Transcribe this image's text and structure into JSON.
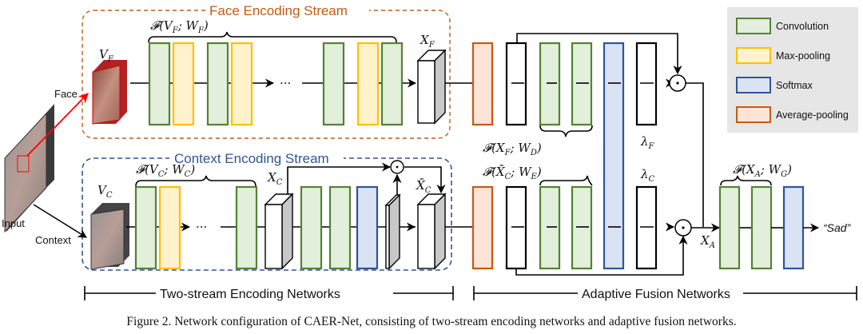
{
  "figure": {
    "caption": "Figure 2. Network configuration of CAER-Net, consisting of two-stream encoding networks and adaptive fusion networks.",
    "streams": {
      "face_title": "Face Encoding Stream",
      "context_title": "Context Encoding Stream"
    },
    "inputs": {
      "input_label": "Input",
      "face_label": "Face",
      "context_label": "Context"
    },
    "math_labels": {
      "v_f": "V",
      "v_f_sub": "F",
      "v_c": "V",
      "v_c_sub": "C",
      "f_vf_wf": "𝓕(V",
      "f_vf_wf_sub1": "F",
      "f_vf_wf_mid": "; W",
      "f_vf_wf_sub2": "F",
      "f_vc_wc": "𝓕(V",
      "f_vc_wc_sub1": "C",
      "f_vc_wc_mid": "; W",
      "f_vc_wc_sub2": "C",
      "x_f": "X",
      "x_f_sub": "F",
      "x_c": "X",
      "x_c_sub": "C",
      "x_c_bar": "X̄",
      "x_c_bar_sub": "C",
      "f_xf_wd": "𝓕(X",
      "f_xf_wd_sub1": "F",
      "f_xf_wd_mid": "; W",
      "f_xf_wd_sub2": "D",
      "f_xc_we": "𝓕(X̄",
      "f_xc_we_sub1": "C",
      "f_xc_we_mid": "; W",
      "f_xc_we_sub2": "E",
      "lambda_f": "λ",
      "lambda_f_sub": "F",
      "lambda_c": "λ",
      "lambda_c_sub": "C",
      "x_a": "X",
      "x_a_sub": "A",
      "f_xa_wg": "𝓕(X",
      "f_xa_wg_sub1": "A",
      "f_xa_wg_mid": "; W",
      "f_xa_wg_sub2": "G",
      "close_paren": ")",
      "ellipsis": "···",
      "odot": "⊙"
    },
    "output_label": "“Sad”",
    "sections": {
      "encoding": "Two-stream Encoding Networks",
      "fusion": "Adaptive Fusion Networks"
    },
    "legend": [
      {
        "label": "Convolution",
        "fill": "#e2efda",
        "stroke": "#548235"
      },
      {
        "label": "Max-pooling",
        "fill": "#fff2cc",
        "stroke": "#ffc000"
      },
      {
        "label": "Softmax",
        "fill": "#dae3f3",
        "stroke": "#2f5597"
      },
      {
        "label": "Average-pooling",
        "fill": "#fce4d6",
        "stroke": "#c55a11"
      }
    ],
    "colors": {
      "conv_fill": "#e2efda",
      "conv_stroke": "#548235",
      "pool_fill": "#fff2cc",
      "pool_stroke": "#ffc000",
      "soft_fill": "#dae3f3",
      "soft_stroke": "#2f5597",
      "avg_fill": "#fce4d6",
      "avg_stroke": "#c55a11",
      "face_stream": "#c55a11",
      "context_stream": "#2f5597",
      "face_arrow": "#ff0000",
      "legend_bg": "#e7e6e6"
    }
  }
}
